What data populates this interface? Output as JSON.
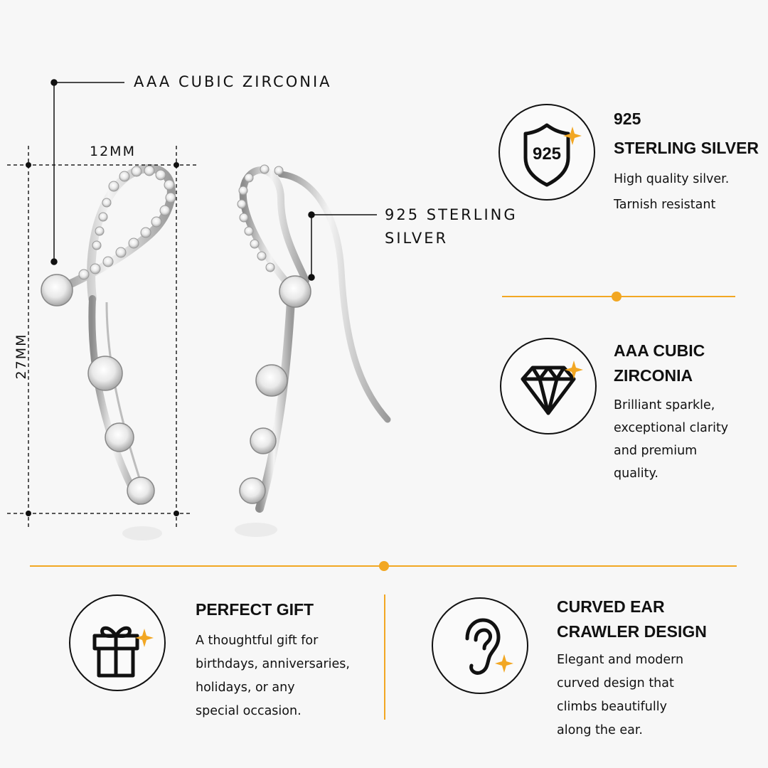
{
  "callouts": {
    "zirconia": "AAA CUBIC ZIRCONIA",
    "silver_line1": "925 STERLING",
    "silver_line2": "SILVER"
  },
  "dimensions": {
    "width": "12MM",
    "height": "27MM"
  },
  "features": {
    "silver": {
      "icon": "shield-925-icon",
      "badge": "925",
      "title_line1": "925",
      "title_line2": "STERLING SILVER",
      "desc_lines": [
        "High quality silver.",
        "Tarnish resistant"
      ]
    },
    "zirconia": {
      "icon": "diamond-icon",
      "title_line1": "AAA CUBIC",
      "title_line2": "ZIRCONIA",
      "desc_lines": [
        "Brilliant sparkle,",
        "exceptional clarity",
        "and premium",
        "quality."
      ]
    },
    "gift": {
      "icon": "gift-icon",
      "title_line1": "PERFECT GIFT",
      "desc_lines": [
        "A thoughtful gift for",
        "birthdays, anniversaries,",
        "holidays, or any",
        "special occasion."
      ]
    },
    "crawler": {
      "icon": "ear-icon",
      "title_line1": "CURVED EAR",
      "title_line2": "CRAWLER DESIGN",
      "desc_lines": [
        "Elegant and modern",
        "curved design that",
        "climbs beautifully",
        "along the ear."
      ]
    }
  },
  "colors": {
    "accent": "#f2a723",
    "ink": "#111111",
    "background": "#f7f7f7"
  }
}
